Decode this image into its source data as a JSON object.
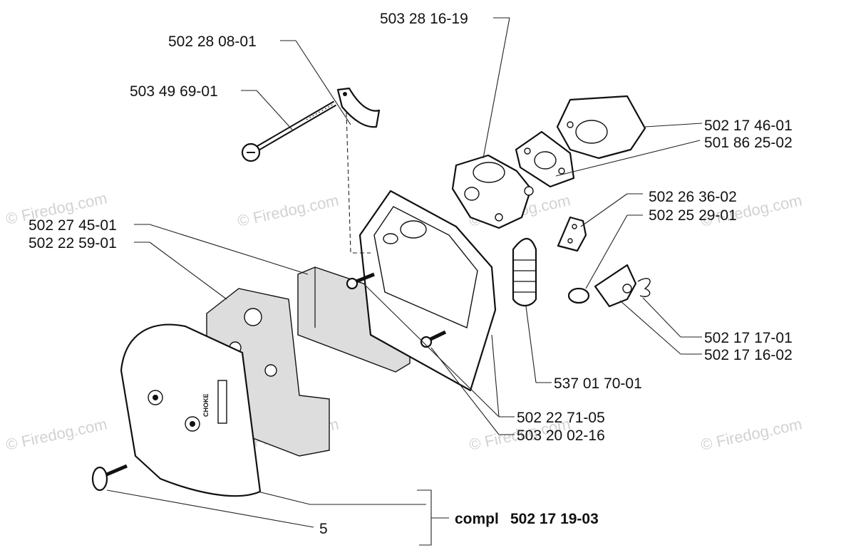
{
  "labels": {
    "p_503281619": "503 28 16-19",
    "p_502280801": "502 28 08-01",
    "p_503496901": "503 49 69-01",
    "p_502174601": "502 17 46-01",
    "p_501862502": "501 86 25-02",
    "p_502263602": "502 26 36-02",
    "p_502252901": "502 25 29-01",
    "p_502274501": "502 27 45-01",
    "p_502225901": "502 22 59-01",
    "p_502171701": "502 17 17-01",
    "p_502171602": "502 17 16-02",
    "p_537017001": "537 01 70-01",
    "p_502227105": "502 22 71-05",
    "p_503200216": "503 20 02-16",
    "p_partial_bottom": "5",
    "compl_prefix": "compl",
    "compl_number": "502 17 19-03"
  },
  "cover_text": "CHOKE",
  "watermark": "© Firedog.com"
}
